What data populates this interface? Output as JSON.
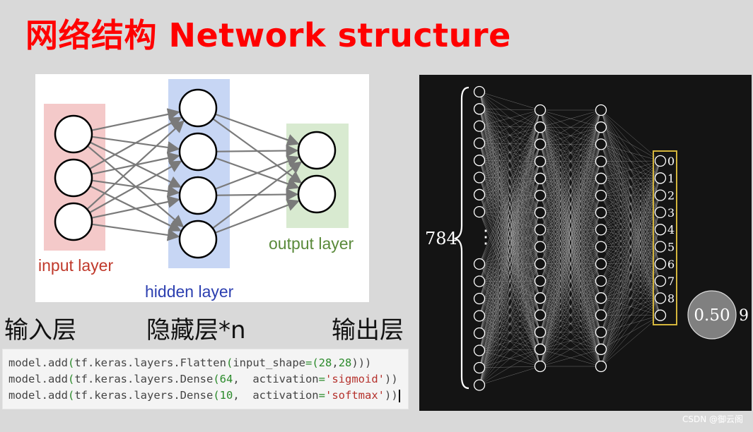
{
  "slide": {
    "title": "网络结构 Network structure",
    "watermark": "CSDN @御云阁"
  },
  "simple_diagram": {
    "input_label": "input layer",
    "hidden_label": "hidden layer",
    "output_label": "output layer",
    "input_nodes": 3,
    "hidden_nodes": 4,
    "output_nodes": 2,
    "colors": {
      "input_band": "#f4c9c9",
      "hidden_band": "#c7d6f4",
      "output_band": "#d8ead0",
      "input_text": "#c0392b",
      "hidden_text": "#2c3fb0",
      "output_text": "#5a8a3a",
      "edge": "#7a7a7a"
    }
  },
  "captions": {
    "input": "输入层",
    "hidden": "隐藏层*n",
    "output": "输出层"
  },
  "code": {
    "line1": {
      "prefix": "model.add",
      "open": "(",
      "mid": "tf.keras.layers.Flatten",
      "open2": "(",
      "arg": "input_shape",
      "eq": "=",
      "open3": "(",
      "n1": "28",
      "comma": ",",
      "n2": "28",
      "close": ")))"
    },
    "line2": {
      "prefix": "model.add",
      "open": "(",
      "mid": "tf.keras.layers.Dense",
      "open2": "(",
      "n1": "64",
      "sep": ",  activation",
      "eq": "=",
      "str": "'sigmoid'",
      "close": "))"
    },
    "line3": {
      "prefix": "model.add",
      "open": "(",
      "mid": "tf.keras.layers.Dense",
      "open2": "(",
      "n1": "10",
      "sep": ",  activation",
      "eq": "=",
      "str": "'softmax'",
      "close": "))"
    }
  },
  "mnist_diagram": {
    "input_count_label": "784",
    "ellipsis": "⋮",
    "output_digits": [
      "0",
      "1",
      "2",
      "3",
      "4",
      "5",
      "6",
      "7",
      "8"
    ],
    "last_digit": "9",
    "activation_value": "0.50",
    "colors": {
      "background": "#141414",
      "node": "#ffffff",
      "edge": "#bfbfbf",
      "highlight_box": "#d4b53c",
      "activation_circle": "#808080"
    }
  }
}
